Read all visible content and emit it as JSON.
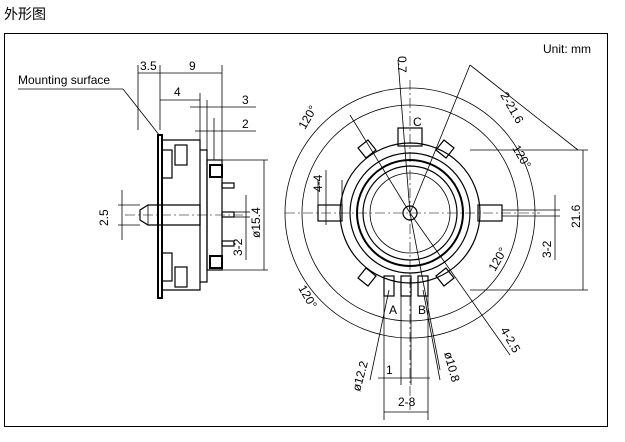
{
  "title": "外形图",
  "unit": "Unit: mm",
  "side_view": {
    "mounting_surface": "Mounting surface",
    "dims": {
      "d35": "3.5",
      "d9": "9",
      "d4": "4",
      "d3": "3",
      "d2": "2",
      "d25": "2.5",
      "d154": "ø15.4",
      "d32": "3-2"
    }
  },
  "front_view": {
    "dims": {
      "d07": "0.7",
      "d216r": "2-21.6",
      "d120_tl": "120°",
      "d120_r": "120°",
      "d120_br": "120°",
      "d120_bl": "120°",
      "d44": "4-4",
      "d216": "21.6",
      "d32": "3-2",
      "d425": "4-2.5",
      "d122": "ø12.2",
      "d108": "ø10.8",
      "d1": "1",
      "d28": "2-8"
    },
    "terminals": {
      "a": "A",
      "b": "B",
      "c": "C"
    }
  }
}
